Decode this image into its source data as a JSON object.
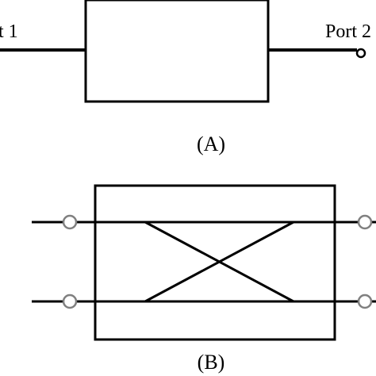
{
  "diagram_a": {
    "port_left_label": "t 1",
    "port_right_label": "Port 2",
    "caption": "(A)"
  },
  "diagram_b": {
    "caption": "(B)"
  },
  "colors": {
    "line": "#000000",
    "terminal_circle": "#808080",
    "background": "#ffffff"
  }
}
